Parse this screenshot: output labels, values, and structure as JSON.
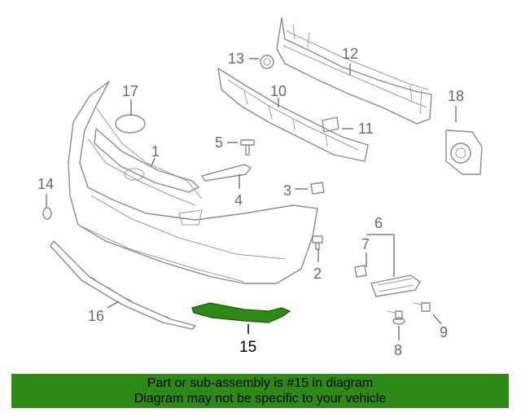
{
  "diagram": {
    "callouts": {
      "c1": "1",
      "c2": "2",
      "c3": "3",
      "c4": "4",
      "c5": "5",
      "c6": "6",
      "c7": "7",
      "c8": "8",
      "c9": "9",
      "c10": "10",
      "c11": "11",
      "c12": "12",
      "c13": "13",
      "c14": "14",
      "c15": "15",
      "c16": "16",
      "c17": "17",
      "c18": "18"
    },
    "highlight_color": "#2e8a16"
  },
  "banner": {
    "line1": "Part or sub-assembly is #15 in diagram",
    "line2": "Diagram may not be specific to your vehicle",
    "background": "#2e8a16"
  }
}
